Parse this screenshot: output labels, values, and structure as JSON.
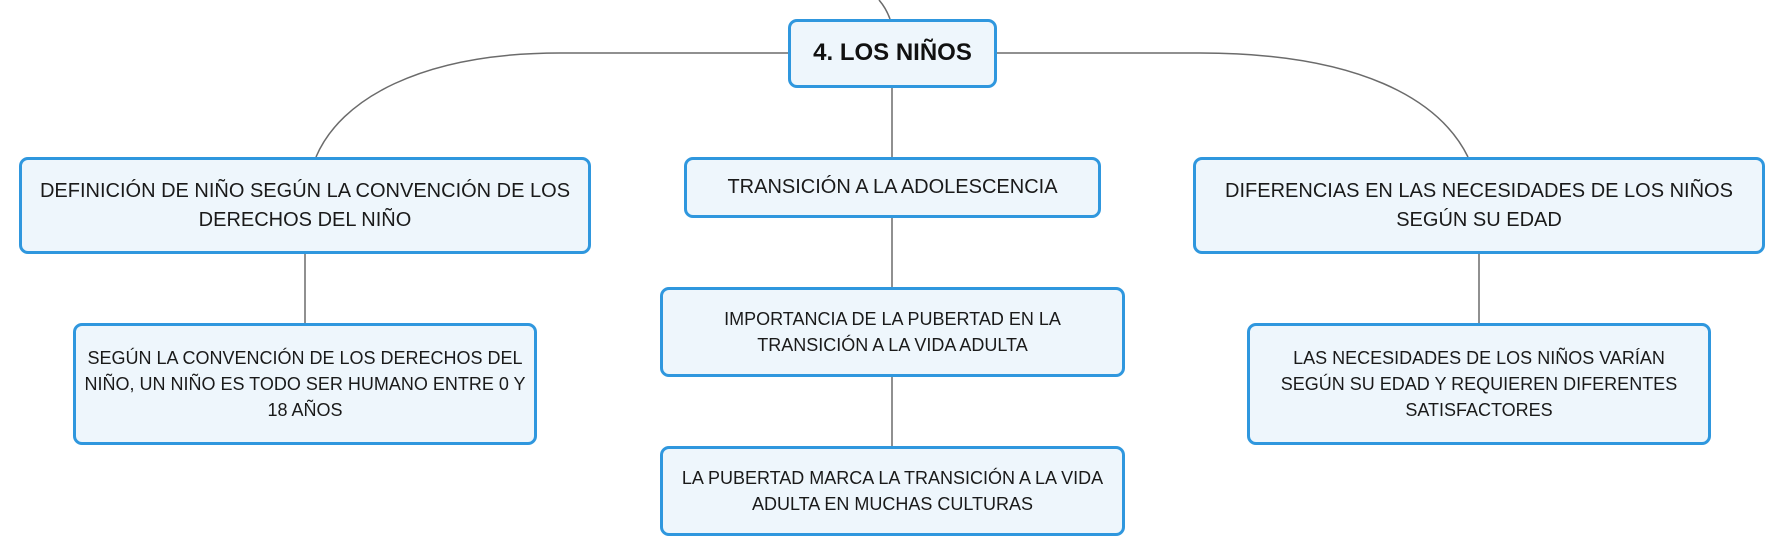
{
  "diagram": {
    "root": {
      "label": "4. LOS NIÑOS"
    },
    "branches": [
      {
        "label": "DEFINICIÓN DE NIÑO SEGÚN LA CONVENCIÓN DE LOS DERECHOS DEL NIÑO",
        "children": [
          {
            "label": "SEGÚN LA CONVENCIÓN DE LOS DERECHOS DEL NIÑO, UN NIÑO ES TODO SER HUMANO ENTRE 0 Y 18 AÑOS"
          }
        ]
      },
      {
        "label": "TRANSICIÓN A LA ADOLESCENCIA",
        "children": [
          {
            "label": "IMPORTANCIA DE LA PUBERTAD EN LA TRANSICIÓN A LA VIDA ADULTA"
          },
          {
            "label": "LA PUBERTAD MARCA LA TRANSICIÓN A LA VIDA ADULTA EN MUCHAS CULTURAS"
          }
        ]
      },
      {
        "label": "DIFERENCIAS EN LAS NECESIDADES DE LOS NIÑOS SEGÚN SU EDAD",
        "children": [
          {
            "label": "LAS NECESIDADES DE LOS NIÑOS VARÍAN SEGÚN SU EDAD Y REQUIEREN DIFERENTES SATISFACTORES"
          }
        ]
      }
    ]
  },
  "colors": {
    "node_border": "#2f97de",
    "node_fill": "#eef6fc",
    "connector": "#6b6b6b",
    "text": "#1a1a1a"
  }
}
